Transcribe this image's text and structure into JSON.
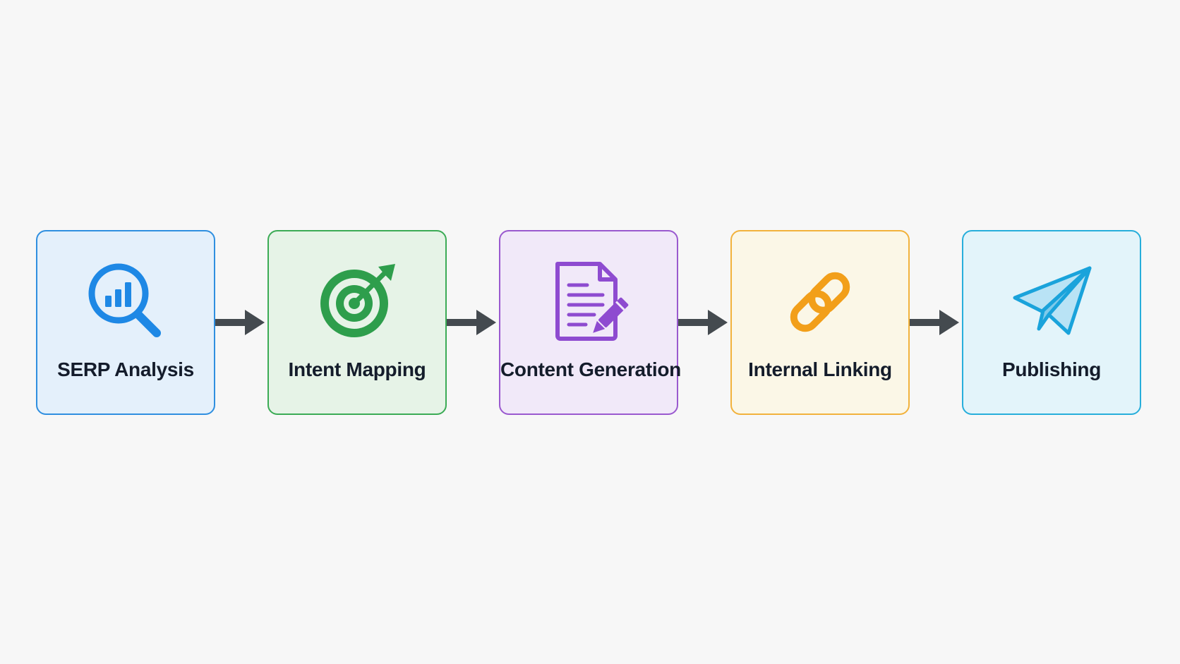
{
  "steps": [
    {
      "label": "SERP Analysis",
      "icon": "magnifier-chart-icon",
      "color": "#1e88e5"
    },
    {
      "label": "Intent Mapping",
      "icon": "target-arrow-icon",
      "color": "#2e9e4c"
    },
    {
      "label": "Content Generation",
      "icon": "document-pencil-icon",
      "color": "#8e4bd0"
    },
    {
      "label": "Internal Linking",
      "icon": "chain-link-icon",
      "color": "#f29f1a"
    },
    {
      "label": "Publishing",
      "icon": "paper-plane-icon",
      "color": "#1aa3db"
    }
  ],
  "arrow_color": "#444a4f",
  "background": "#f7f7f7"
}
